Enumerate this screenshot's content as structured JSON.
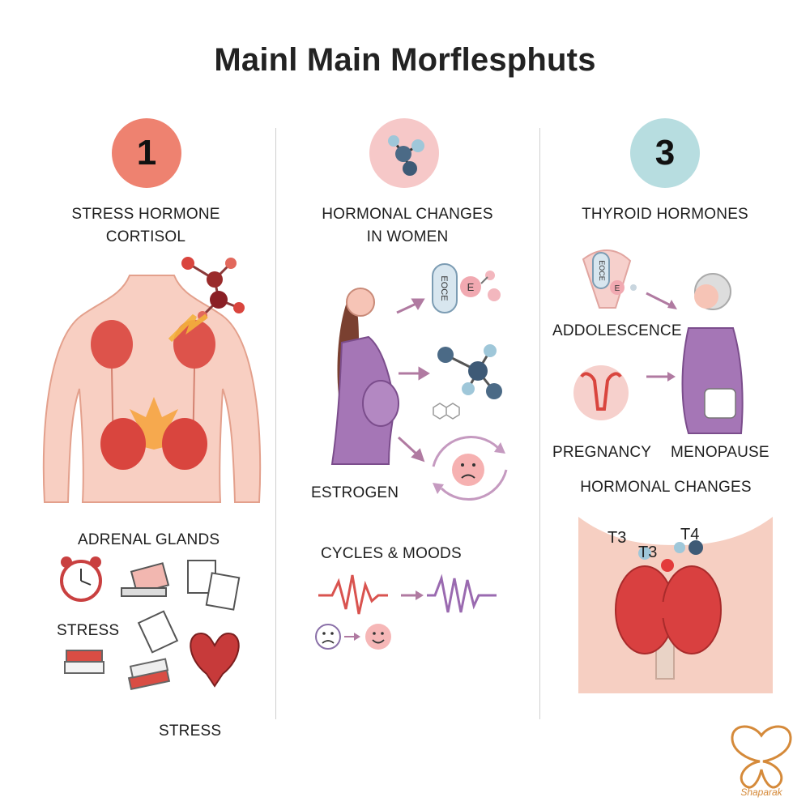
{
  "title": "Mainl Main Morflesphuts",
  "columns": [
    {
      "badge": "1",
      "heading_line1": "STRESS HORMONE",
      "heading_line2": "CORTISOL",
      "labels": {
        "adrenal": "ADRENAL GLANDS",
        "stress_a": "STRESS",
        "stress_b": "STRESS"
      }
    },
    {
      "badge": "",
      "heading_line1": "HORMONAL CHANGES",
      "heading_line2": "IN WOMEN",
      "labels": {
        "estrogen": "ESTROGEN",
        "cycles": "CYCLES & MOODS"
      },
      "pill_text": "EOCE",
      "bead_text": "E"
    },
    {
      "badge": "3",
      "heading_line1": "THYROID HORMONES",
      "labels": {
        "adolescence": "ADDOLESCENCE",
        "pregnancy": "PREGNANCY",
        "menopause": "MENOPAUSE",
        "changes": "HORMONAL CHANGES"
      },
      "pill_text": "EOCE",
      "bead_text": "E",
      "thyroid_tags": [
        "T3",
        "T3",
        "T4"
      ]
    }
  ],
  "logo_text": "Shaparak",
  "colors": {
    "badge1": "#ee8270",
    "badge2": "#f6c8c8",
    "badge3": "#b7dde0",
    "skin": "#f6c4b6",
    "organ": "#d9453e",
    "dress": "#a576b6",
    "arrow": "#b07aa1"
  }
}
